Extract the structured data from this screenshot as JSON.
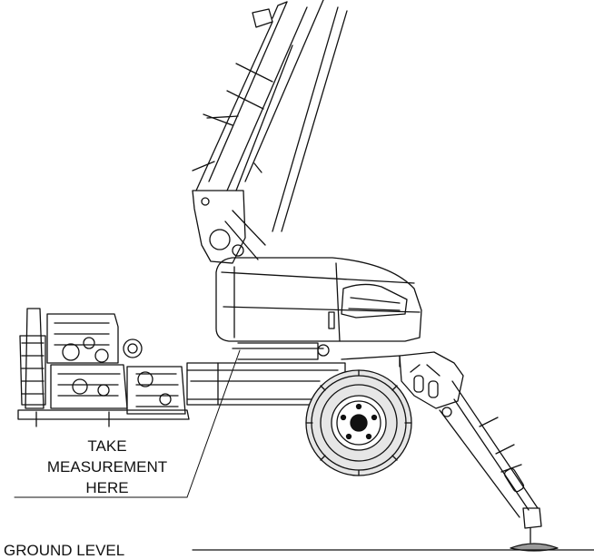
{
  "labels": {
    "measure_line1": "TAKE",
    "measure_line2": "MEASUREMENT",
    "measure_line3": "HERE",
    "ground": "GROUND LEVEL"
  },
  "colors": {
    "ink": "#111111",
    "background": "#ffffff",
    "tire_fill": "#e6e6e6",
    "shade": "#9a9a9a"
  }
}
